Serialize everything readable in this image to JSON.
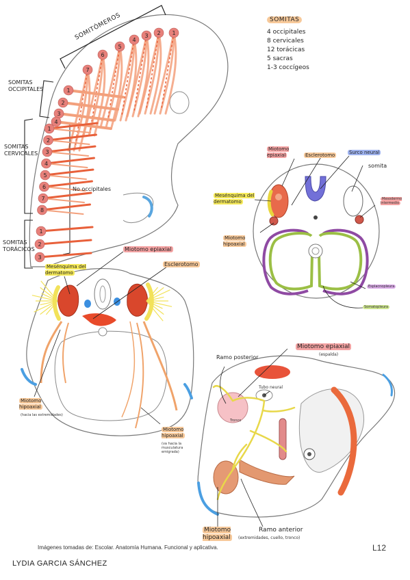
{
  "legend": {
    "title": "SOMITAS",
    "items": [
      "4 occipitales",
      "8 cervicales",
      "12 torácicas",
      "5 sacras",
      "1-3 coccígeos"
    ]
  },
  "embryo": {
    "somitomeros_label": "SOMITÓMEROS",
    "somitomeros_numbers": [
      "7",
      "6",
      "5",
      "4",
      "3",
      "2",
      "1"
    ],
    "occipitales_label": "SOMITAS OCCIPITALES",
    "occipitales_numbers": [
      "1",
      "2",
      "3",
      "4"
    ],
    "cervicales_label": "SOMITAS CERVICALES",
    "cervicales_numbers": [
      "1",
      "2",
      "3",
      "4",
      "5",
      "6",
      "7",
      "8"
    ],
    "toracicos_label": "SOMITAS TORÁCICOS",
    "toracicos_numbers": [
      "1",
      "2",
      "3"
    ],
    "no_occipitales_label": "No occipitales"
  },
  "section1": {
    "miotomo_epiaxial": "Miotomo epiaxial",
    "esclerotomo": "Esclerotomo",
    "mesenquima": "Mesénquima del dermatomo",
    "miotomo_hipoaxial_left": "Miotomo hipoaxial",
    "miotomo_hipoaxial_left_note": "(hacia las extremidades)",
    "miotomo_hipoaxial_right": "Miotomo hipoaxial",
    "miotomo_hipoaxial_right_note": "(va hacia la musculatura emigrada)"
  },
  "section2": {
    "miotomo_epiaxial": "Miotomo epiaxial",
    "esclerotomo": "Esclerotomo",
    "surco_neural": "Surco neural",
    "somita": "somita",
    "mesenquima": "Mesénquima del dermatomo",
    "miotomo_hipoaxial": "Miotomo hipoaxial",
    "mesodermo_intermedio": "Mesodermo intermedio",
    "esplacnopleura": "Esplacnopleura",
    "somatopleura": "Somatopleura"
  },
  "section3": {
    "ramo_posterior": "Ramo posterior",
    "miotomo_epiaxial": "Miotomo epiaxial",
    "miotomo_epiaxial_note": "(espalda)",
    "tubo_neural": "Tubo neural",
    "tronco": "Tronco",
    "miotomo_hipoaxial": "Miotomo hipoaxial",
    "ramo_anterior": "Ramo anterior",
    "ramo_anterior_note": "(extremidades, cuello, tronco)"
  },
  "footer": {
    "source": "Imágenes tomadas de: Escolar. Anatomía Humana. Funcional y aplicativa.",
    "page": "L12",
    "author": "LYDIA GARCIA SÁNCHEZ"
  },
  "colors": {
    "muscle": "#e8603a",
    "muscle_light": "#f3a07c",
    "somite_pink": "#e7807a",
    "outline": "#555555",
    "yellow": "#f2e25a",
    "blue": "#3b8fe0",
    "purple": "#8f4aa3",
    "green": "#9bbf45"
  }
}
